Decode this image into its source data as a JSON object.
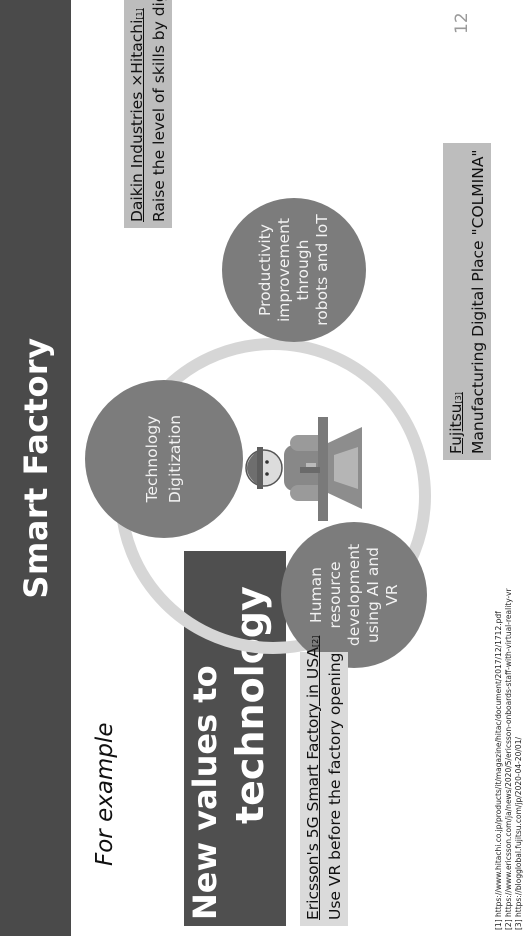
{
  "slide": {
    "title": "Smart Factory",
    "subtitle": "For example",
    "headline": {
      "line1": "New values to",
      "line2": "technology"
    },
    "circles": {
      "human_resource": [
        "Human",
        "resource",
        "development",
        "using AI and",
        "VR"
      ],
      "technology": [
        "Technology",
        "Digitization"
      ],
      "productivity": [
        "Productivity",
        "improvement",
        "through",
        "robots and IoT"
      ]
    },
    "labels": {
      "daikin": {
        "company": "Daikin Industries ×Hitachi",
        "ref": "[1]",
        "description": "Raise the level of skills by digitizing"
      },
      "fujitsu": {
        "company": "Fujitsu",
        "ref": "[3]",
        "description": "Manufacturing Digital Place \"COLMINA\""
      },
      "ericsson": {
        "company": "Ericsson's 5G Smart Factory in USA",
        "ref": "[2]",
        "description": "Use VR before the factory opening"
      }
    },
    "page_number": "12",
    "references": [
      "[1] https://www.hitachi.co.jp/products/it/magazine/hitac/document/2017/12/1712.pdf",
      "[2] https://www.ericsson.com/ja/news/2020/5/ericsson-onboards-staff-with-virtual-reality-vr",
      "[3] https://blogglobal.fujitsu.com/jp/2020-04-20/01/"
    ],
    "colors": {
      "title_bar": "#4a4a4a",
      "circle": "#7c7c7c",
      "ring": "#d6d6d6",
      "label_bg": "#bdbdbd"
    }
  }
}
